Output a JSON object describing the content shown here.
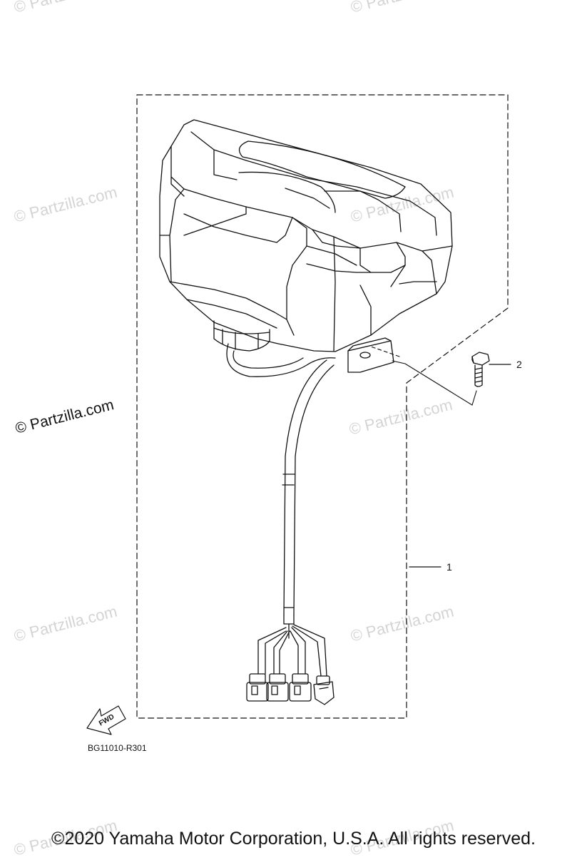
{
  "watermark": {
    "text": "© Partzilla.com",
    "prominent_text": "© Partzilla.com"
  },
  "callouts": {
    "part_1": "1",
    "part_2": "2"
  },
  "fwd_arrow_label": "FWD",
  "diagram_code": "BG11010-R301",
  "copyright": "©2020 Yamaha Motor Corporation, U.S.A. All rights reserved.",
  "colors": {
    "line": "#111111",
    "watermark": "#d4d4d4",
    "background": "#ffffff"
  }
}
